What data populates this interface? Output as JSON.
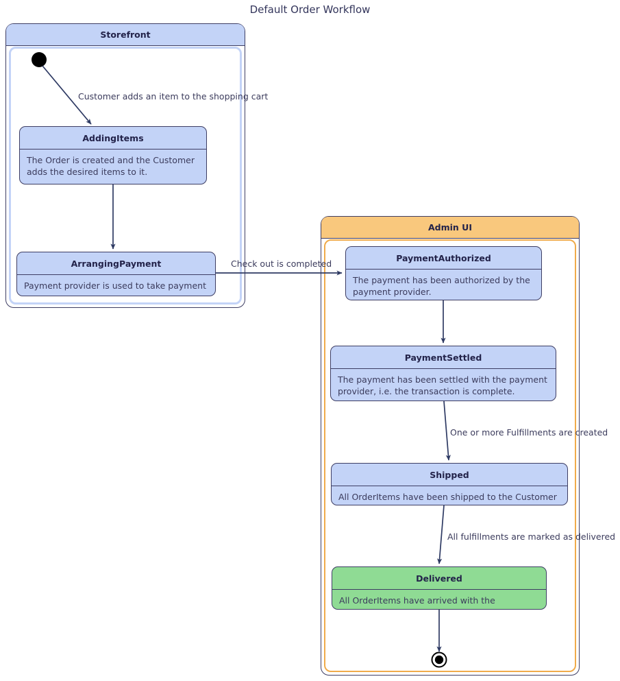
{
  "title": "Default Order Workflow",
  "colors": {
    "state_fill": "#c3d3f7",
    "state_final_fill": "#8fdb94",
    "storefront_header": "#c3d3f7",
    "adminui_header": "#f9c87d",
    "stroke": "#3d3d63",
    "text": "#3b3b5c"
  },
  "regions": [
    {
      "name": "storefront",
      "label": "Storefront"
    },
    {
      "name": "admin-ui",
      "label": "Admin UI"
    }
  ],
  "states": [
    {
      "id": "adding-items",
      "title": "AddingItems",
      "desc": "The Order is created and the Customer adds the desired items to it.",
      "region": "storefront",
      "kind": "normal"
    },
    {
      "id": "arranging-payment",
      "title": "ArrangingPayment",
      "desc": "Payment provider is used to take payment",
      "region": "storefront",
      "kind": "normal"
    },
    {
      "id": "payment-authorized",
      "title": "PaymentAuthorized",
      "desc": "The payment has been authorized by the payment provider.",
      "region": "admin-ui",
      "kind": "normal"
    },
    {
      "id": "payment-settled",
      "title": "PaymentSettled",
      "desc": "The payment has been settled with the payment provider, i.e. the transaction is complete.",
      "region": "admin-ui",
      "kind": "normal"
    },
    {
      "id": "shipped",
      "title": "Shipped",
      "desc": "All OrderItems have been shipped to the Customer",
      "region": "admin-ui",
      "kind": "normal"
    },
    {
      "id": "delivered",
      "title": "Delivered",
      "desc": "All OrderItems have arrived with the Customer",
      "region": "admin-ui",
      "kind": "final-green"
    }
  ],
  "transitions": [
    {
      "id": "start-to-adding-items",
      "from": "initial",
      "to": "adding-items",
      "label": "Customer adds an item to the shopping cart"
    },
    {
      "id": "adding-items-to-arranging-payment",
      "from": "adding-items",
      "to": "arranging-payment",
      "label": ""
    },
    {
      "id": "arranging-payment-to-payment-authorized",
      "from": "arranging-payment",
      "to": "payment-authorized",
      "label": "Check out is completed"
    },
    {
      "id": "payment-authorized-to-payment-settled",
      "from": "payment-authorized",
      "to": "payment-settled",
      "label": ""
    },
    {
      "id": "payment-settled-to-shipped",
      "from": "payment-settled",
      "to": "shipped",
      "label": "One or more Fulfillments are created"
    },
    {
      "id": "shipped-to-delivered",
      "from": "shipped",
      "to": "delivered",
      "label": "All fulfillments are marked as delivered"
    },
    {
      "id": "delivered-to-final",
      "from": "delivered",
      "to": "final",
      "label": ""
    }
  ],
  "markers": {
    "initial": "initial-state-node",
    "final": "final-state-node"
  }
}
